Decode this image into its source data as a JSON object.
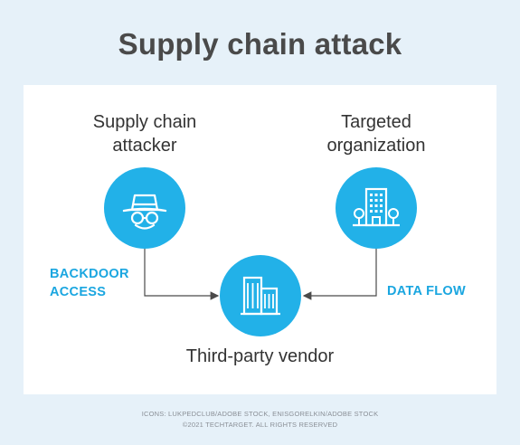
{
  "title": "Supply chain attack",
  "nodes": {
    "attacker": {
      "label": "Supply chain\nattacker",
      "icon": "spy-hat-glasses-icon"
    },
    "organization": {
      "label": "Targeted\norganization",
      "icon": "office-building-icon"
    },
    "vendor": {
      "label": "Third-party vendor",
      "icon": "buildings-icon"
    }
  },
  "edges": {
    "backdoor": "BACKDOOR\nACCESS",
    "data_flow": "DATA FLOW"
  },
  "credits": {
    "line1": "ICONS: LUKPEDCLUB/ADOBE STOCK, ENISGORELKIN/ADOBE STOCK",
    "line2": "©2021 TECHTARGET. ALL RIGHTS RESERVED"
  },
  "colors": {
    "accent": "#22b1e8",
    "label_accent": "#1aa6e0",
    "background": "#e6f1f9",
    "title": "#4a4a4a"
  }
}
